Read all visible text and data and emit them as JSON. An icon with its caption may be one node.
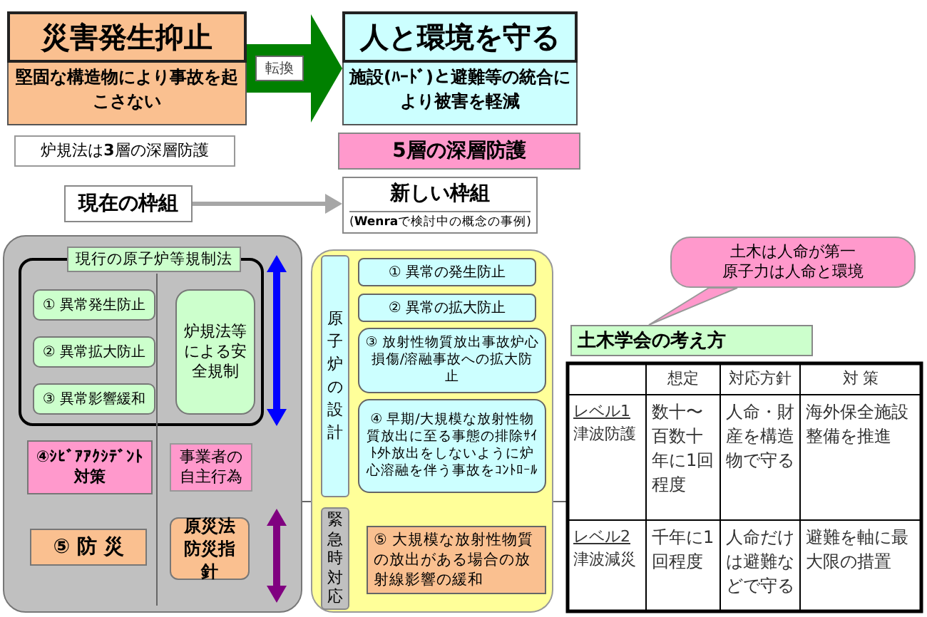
{
  "diagram": {
    "nodes": [
      {
        "text": [
          "災害発生抑止",
          "堅固な構造物により事故を起こさない"
        ]
      },
      {
        "text": [
          "人と環境を守る",
          "施設(ﾊｰﾄﾞ)と避難等の統合により被害を軽減"
        ]
      },
      {
        "text": [
          "炉規法は**3**層の深層防護"
        ]
      },
      {
        "text": [
          "5層の深層防護"
        ]
      },
      {
        "text": [
          "現在の枠組"
        ]
      },
      {
        "text": [
          "新しい枠組",
          "(**Wenra**で検討中の概念の事例)"
        ]
      },
      {
        "text": [],
        "shape": "box"
      },
      {
        "text": [
          "現行の原子炉等規制法"
        ],
        "in": 6
      },
      {
        "text": [
          "① 異常発生防止"
        ],
        "in": 7
      },
      {
        "text": [
          "② 異常拡大防止"
        ],
        "in": 7
      },
      {
        "text": [
          "③ 異常影響緩和"
        ],
        "in": 7
      },
      {
        "text": [
          "炉規法等による安全規制"
        ],
        "in": 7
      },
      {
        "text": [
          "④ｼﾋﾞｱｱｸｼﾃﾞﾝﾄ対策"
        ],
        "in": 6
      },
      {
        "text": [
          "事業者の自主行為"
        ],
        "in": 6
      },
      {
        "text": [
          "⑤ 防 災"
        ],
        "in": 6
      },
      {
        "text": [
          "原災法防災指針"
        ],
        "in": 6
      },
      {
        "text": [],
        "shape": "box"
      },
      {
        "text": [
          "原子炉の設計"
        ],
        "in": 16
      },
      {
        "text": [
          "① 異常の発生防止"
        ],
        "in": 16
      },
      {
        "text": [
          "② 異常の拡大防止"
        ],
        "in": 16
      },
      {
        "text": [
          "③ 放射性物質放出事故炉心損傷/溶融事故への拡大防止"
        ],
        "in": 16
      },
      {
        "text": [
          "④ 早期/大規模な放射性物質放出に至る事態の排除ｻｲﾄ外放出をしないように炉心溶融を伴う事故をｺﾝﾄﾛｰﾙ"
        ],
        "in": 16
      },
      {
        "text": [
          "緊急時対応"
        ],
        "in": 16
      },
      {
        "text": [
          "⑤ 大規模な放射性物質の放出がある場合の放射線影響の緩和"
        ],
        "in": 16
      },
      {
        "text": [
          "土木は人命が第一",
          "原子力は人命と環境"
        ]
      },
      {
        "text": [
          "土木学会の考え方"
        ]
      }
    ],
    "edges": [
      {
        "from": 0,
        "to": 1,
        "arrow": "to",
        "label": "転換",
        "style": "thick",
        "color": "#008000"
      },
      {
        "from": 4,
        "to": 5,
        "arrow": "to",
        "color": "#a6a6a6"
      },
      {
        "from": 24,
        "to": 25,
        "arrow": "none",
        "color": "#ff99cc"
      }
    ],
    "labels": [
      "想定",
      "対応方針",
      "対 策",
      "レベル1",
      "津波防護",
      "数十〜百数十年に1回程度",
      "人命・財産を構造物で守る",
      "海外保全施設整備を推進",
      "レベル2",
      "津波減災",
      "千年に1回程度",
      "人命だけは避難などで守る",
      "避難を軸に最大限の措置"
    ]
  }
}
